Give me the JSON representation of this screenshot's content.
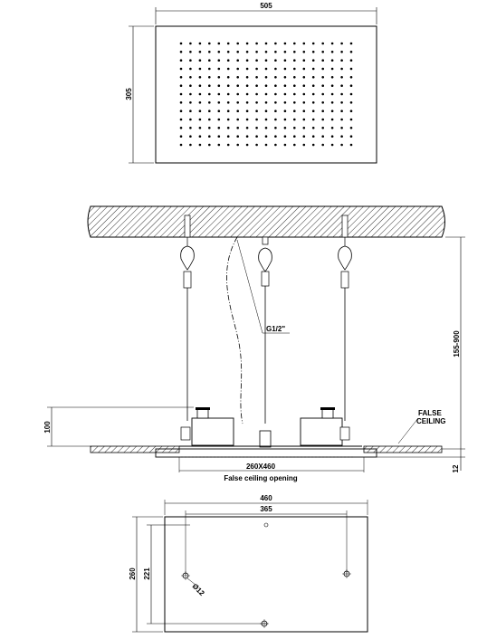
{
  "top_view": {
    "width_label": "505",
    "height_label": "305"
  },
  "section_view": {
    "thread_label": "G1/2\"",
    "height_range_label": "155-900",
    "false_ceiling_label_1": "FALSE",
    "false_ceiling_label_2": "CEILING",
    "left_height_label": "100",
    "plate_thickness_label": "12",
    "opening_size_label": "260X460",
    "opening_caption": "False ceiling opening"
  },
  "bottom_view": {
    "outer_width_label": "460",
    "inner_width_label": "365",
    "outer_height_label": "260",
    "inner_height_label": "221",
    "hole_label": "Ø12"
  }
}
